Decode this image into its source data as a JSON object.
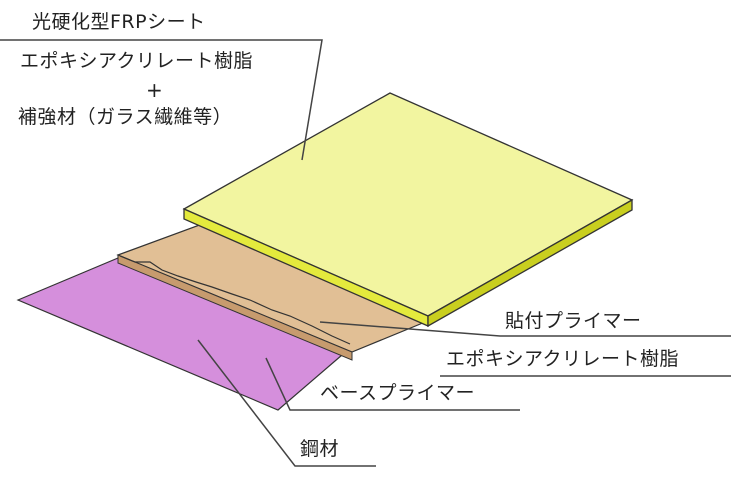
{
  "colors": {
    "frp_sheet": "#f2f5a0",
    "frp_sheet_edge": "#e4ea3d",
    "frp_sheet_edge_dark": "#c9cf1f",
    "primer_layer": "#e1bf95",
    "primer_edge": "#c79b6e",
    "steel": "#d58fdc",
    "outline": "#333333",
    "leader": "#444444"
  },
  "labels": {
    "frp_title": "光硬化型FRPシート",
    "frp_resin": "エポキシアクリレート樹脂",
    "plus": "+",
    "frp_reinforcement": "補強材（ガラス繊維等）",
    "bonding_primer": "貼付プライマー",
    "bonding_primer_resin": "エポキシアクリレート樹脂",
    "base_primer": "ベースプライマー",
    "steel": "鋼材"
  }
}
